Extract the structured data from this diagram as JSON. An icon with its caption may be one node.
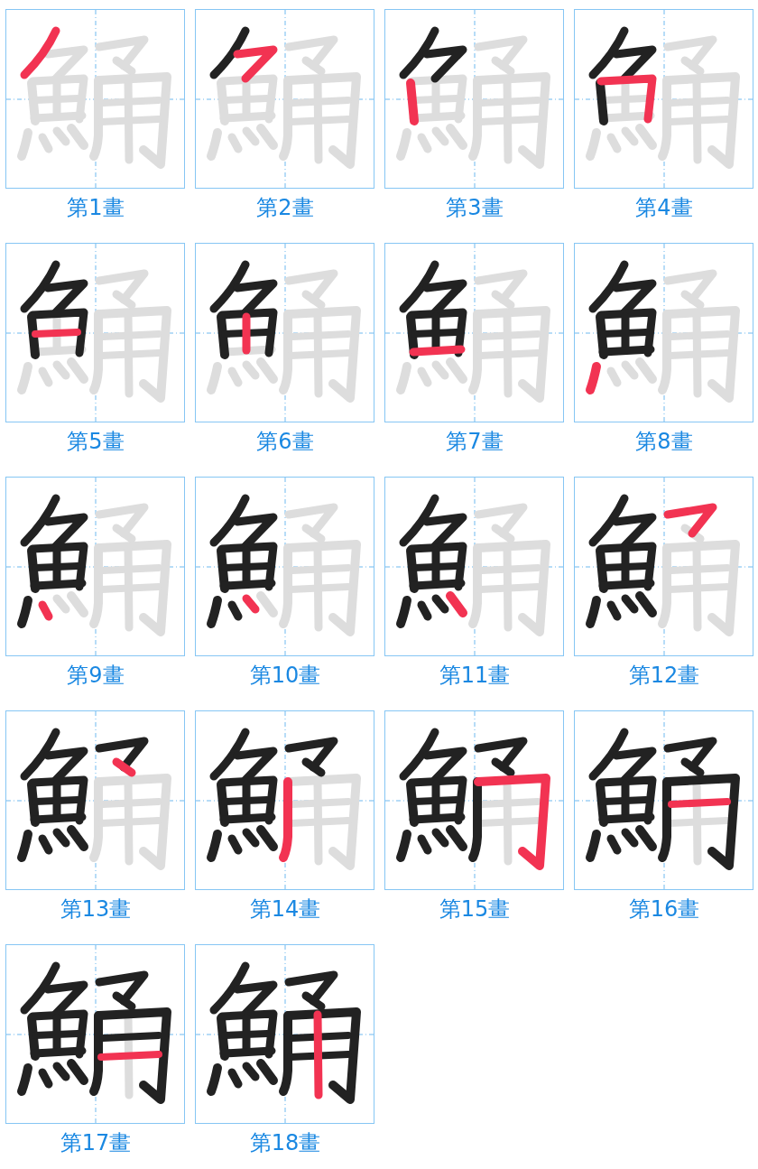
{
  "diagram": {
    "nodes": [
      {
        "text": [
          "第1畫"
        ]
      },
      {
        "text": [
          "第2畫"
        ]
      },
      {
        "text": [
          "第3畫"
        ]
      },
      {
        "text": [
          "第4畫"
        ]
      },
      {
        "text": [
          "第5畫"
        ]
      },
      {
        "text": [
          "第6畫"
        ]
      },
      {
        "text": [
          "第7畫"
        ]
      },
      {
        "text": [
          "第8畫"
        ]
      },
      {
        "text": [
          "第9畫"
        ]
      },
      {
        "text": [
          "第10畫"
        ]
      },
      {
        "text": [
          "第11畫"
        ]
      },
      {
        "text": [
          "第12畫"
        ]
      },
      {
        "text": [
          "第13畫"
        ]
      },
      {
        "text": [
          "第14畫"
        ]
      },
      {
        "text": [
          "第15畫"
        ]
      },
      {
        "text": [
          "第16畫"
        ]
      },
      {
        "text": [
          "第17畫"
        ]
      },
      {
        "text": [
          "第18畫"
        ]
      }
    ]
  }
}
